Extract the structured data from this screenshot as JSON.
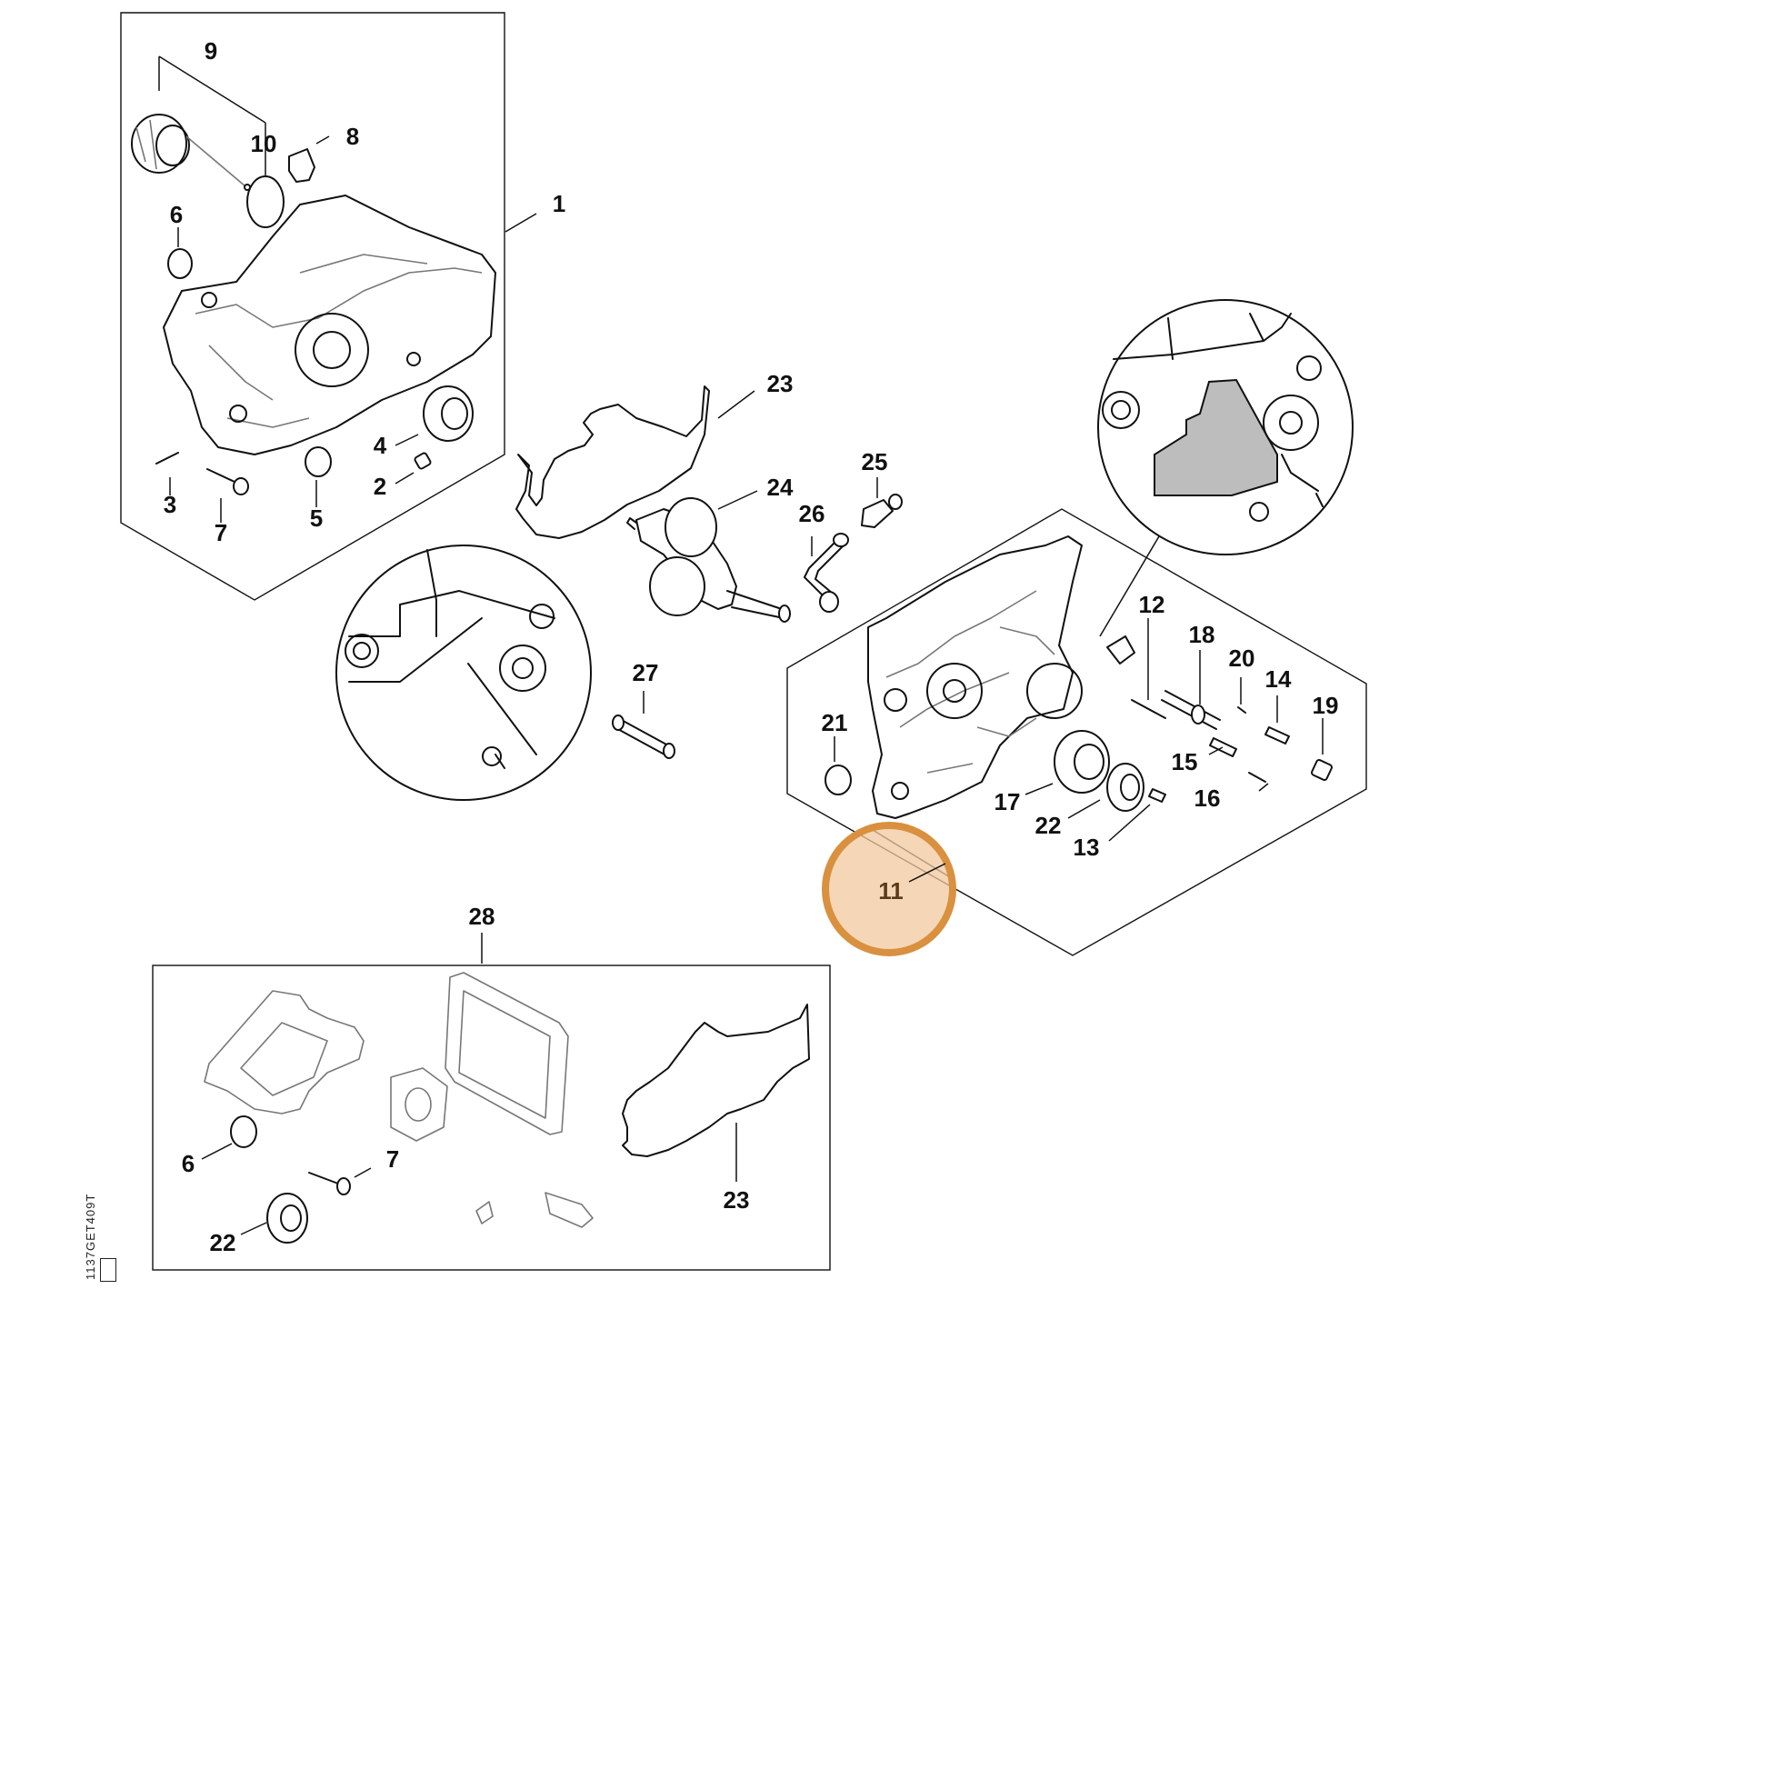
{
  "diagram": {
    "highlight_color": "#d9903f",
    "highlight_fill": "#f2c9a0",
    "highlight_callout": "11",
    "doc_code": "1137GET409T",
    "callouts": {
      "c1": "1",
      "c2": "2",
      "c3": "3",
      "c4": "4",
      "c5": "5",
      "c6a": "6",
      "c6b": "6",
      "c7a": "7",
      "c7b": "7",
      "c8": "8",
      "c9": "9",
      "c10": "10",
      "c11": "11",
      "c12": "12",
      "c13": "13",
      "c14": "14",
      "c15": "15",
      "c16": "16",
      "c17": "17",
      "c18": "18",
      "c19": "19",
      "c20": "20",
      "c21": "21",
      "c22a": "22",
      "c22b": "22",
      "c23a": "23",
      "c23b": "23",
      "c24": "24",
      "c25": "25",
      "c26": "26",
      "c27": "27",
      "c28": "28"
    }
  }
}
